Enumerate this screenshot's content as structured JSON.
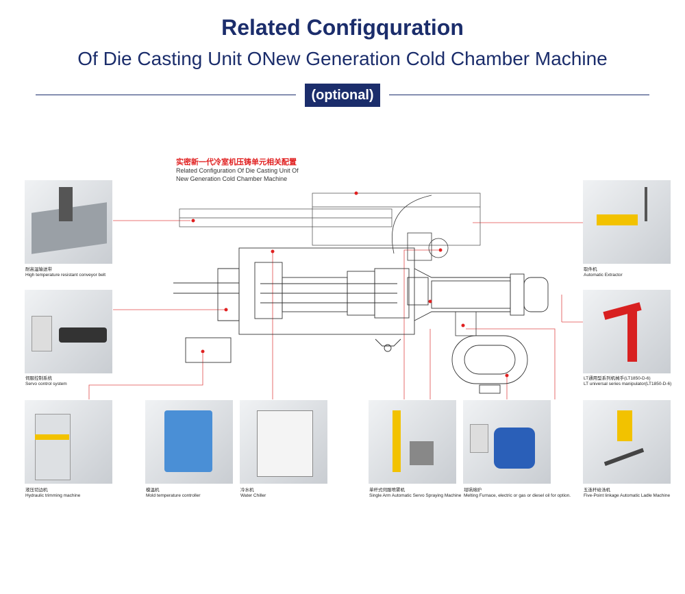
{
  "header": {
    "title": "Related Configquration",
    "subtitle": "Of Die Casting Unit ONew Generation Cold Chamber Machine",
    "badge": "(optional)"
  },
  "diagram": {
    "title_cn": "实密新一代冷室机压铸单元相关配置",
    "title_en_line1": "Related Configuration Of Die Casting Unit Of",
    "title_en_line2": "New Generation Cold Chamber Machine"
  },
  "components": [
    {
      "cn": "耐高温输送带",
      "en": "High temperature resistant conveyor belt"
    },
    {
      "cn": "伺服控制系统",
      "en": "Servo control system"
    },
    {
      "cn": "液压切边机",
      "en": "Hydraulic trimming machine"
    },
    {
      "cn": "模温机",
      "en": "Mold temperature controller"
    },
    {
      "cn": "冷水机",
      "en": "Water Chiller"
    },
    {
      "cn": "单杆式伺服喷雾机",
      "en": "Single Arm Automatic Servo Spraying Machine"
    },
    {
      "cn": "坩埚熔炉",
      "en": "Melting Furnace, electric or gas or diesel oil for option."
    },
    {
      "cn": "五连杆给汤机",
      "en": "Five-Point linkage Automatic Ladle Machine"
    },
    {
      "cn": "取件机",
      "en": "Automatic Extractor"
    },
    {
      "cn": "LT通用型系列机械手(LT1850-D-6)",
      "en": "LT universal series manipulator(LT1850-D-6)"
    }
  ],
  "colors": {
    "brand": "#1b2d6b",
    "accent": "#e02020",
    "lines": "#e04040"
  }
}
